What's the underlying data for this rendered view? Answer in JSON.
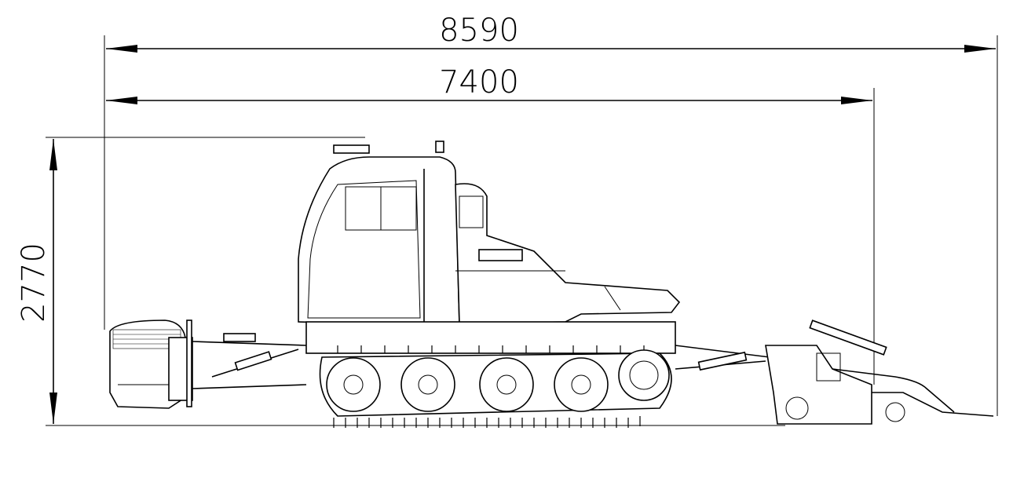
{
  "dimensions": {
    "overall_length": "8590",
    "vehicle_length": "7400",
    "height": "2770"
  },
  "colors": {
    "line": "#000000",
    "background": "#ffffff"
  }
}
